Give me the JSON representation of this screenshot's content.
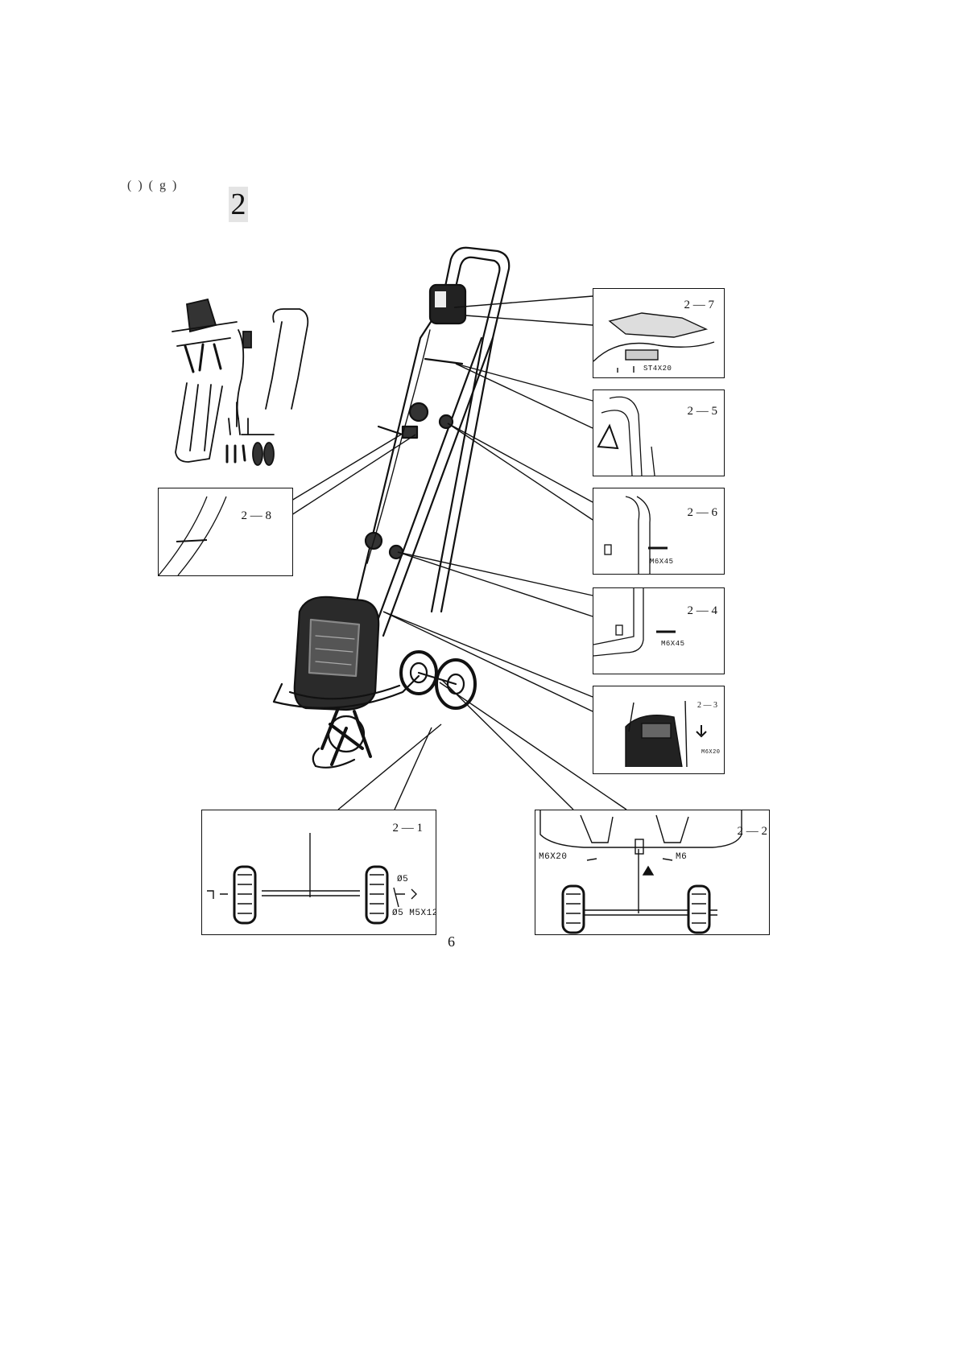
{
  "header": {
    "caption_fragment": "( ) ( g )",
    "figure_number": "2"
  },
  "steps": [
    {
      "id": "2-1",
      "label": "2 — 1",
      "parts": [
        "Ø5",
        "Ø5 M5X12"
      ]
    },
    {
      "id": "2-2",
      "label": "2 — 2",
      "parts": [
        "M6X20",
        "M6"
      ]
    },
    {
      "id": "2-3",
      "label": "2 — 3",
      "parts": [
        "M6X20"
      ]
    },
    {
      "id": "2-4",
      "label": "2 — 4",
      "parts": [
        "M6X45"
      ]
    },
    {
      "id": "2-5",
      "label": "2 — 5",
      "parts": []
    },
    {
      "id": "2-6",
      "label": "2 — 6",
      "parts": [
        "M6X45"
      ]
    },
    {
      "id": "2-7",
      "label": "2 — 7",
      "parts": [
        "ST4X20"
      ]
    },
    {
      "id": "2-8",
      "label": "2 — 8",
      "parts": []
    }
  ],
  "footer": {
    "page_number": "6"
  }
}
